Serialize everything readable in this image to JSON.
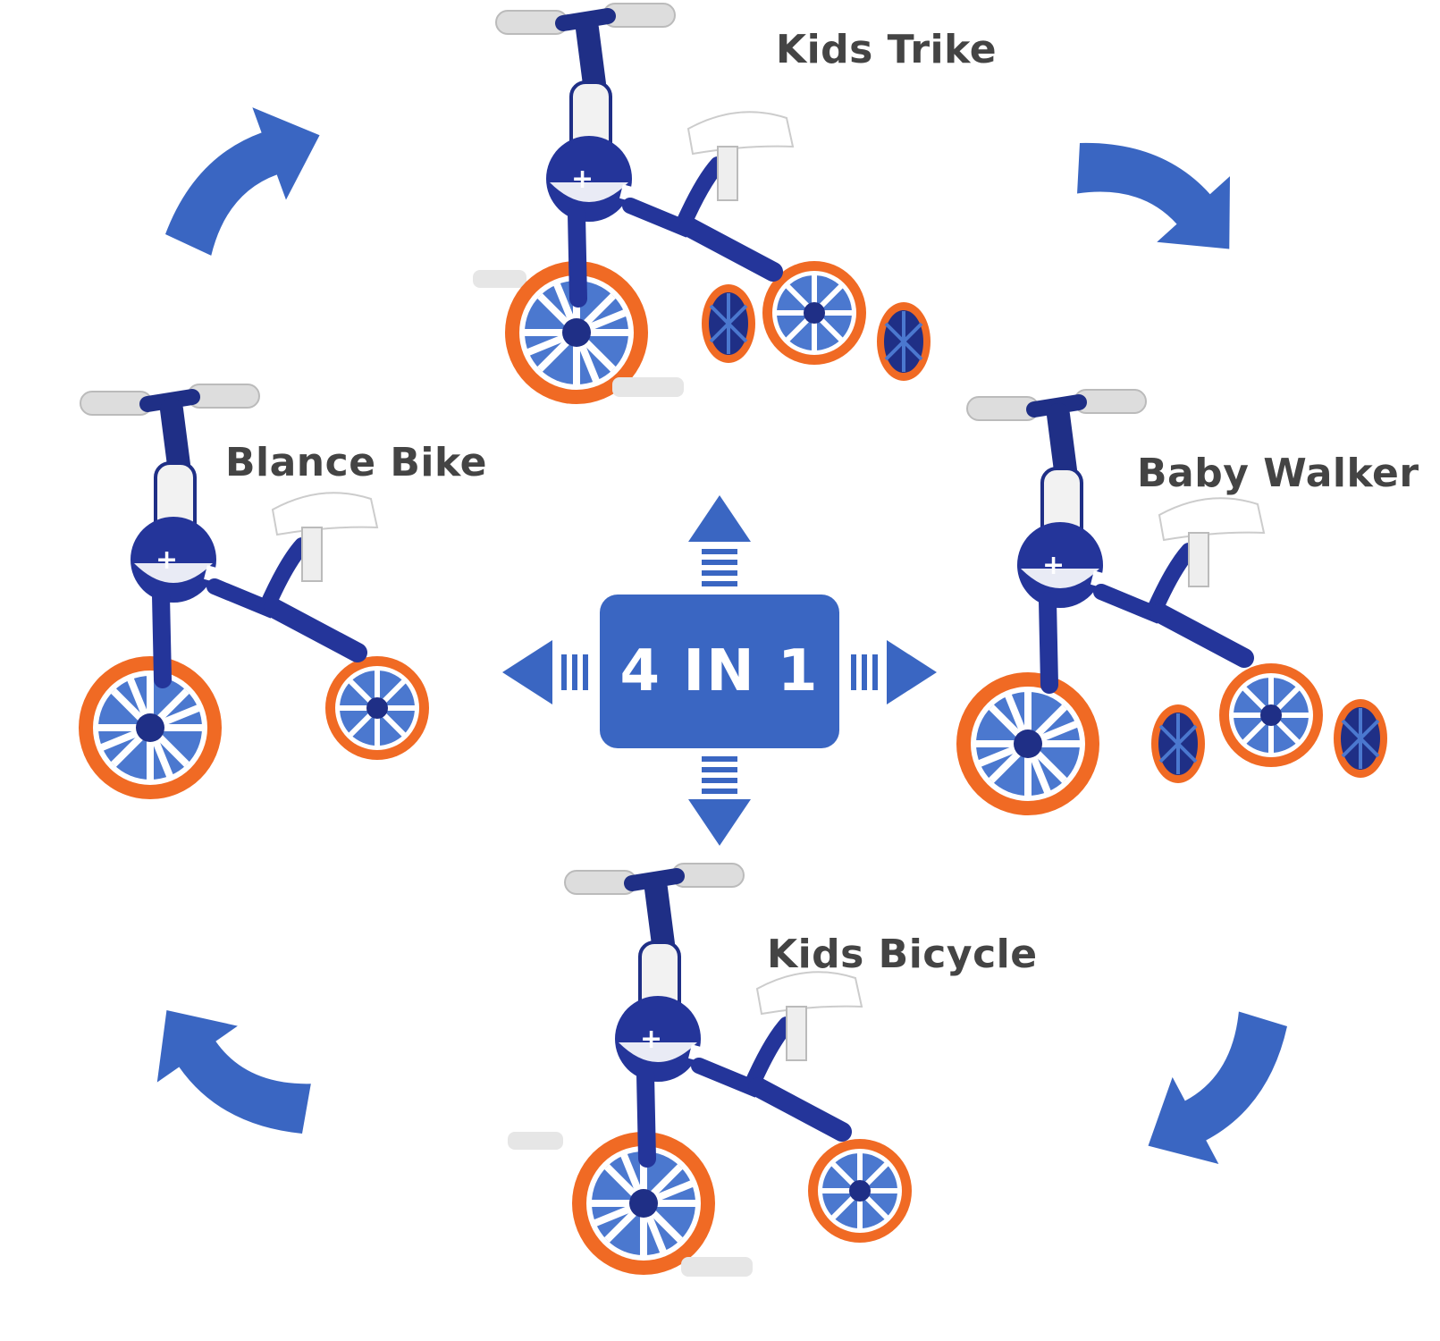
{
  "modes": {
    "kids_trike": "Kids Trike",
    "balance_bike": "Blance Bike",
    "baby_walker": "Baby Walker",
    "kids_bicycle": "Kids Bicycle"
  },
  "center_label": "4 IN 1",
  "colors": {
    "accent_blue": "#3a66c2",
    "navy_frame": "#1f2f86",
    "tire_orange": "#f06a24",
    "wheel_blue": "#4b78cf",
    "label_gray": "#444444"
  }
}
